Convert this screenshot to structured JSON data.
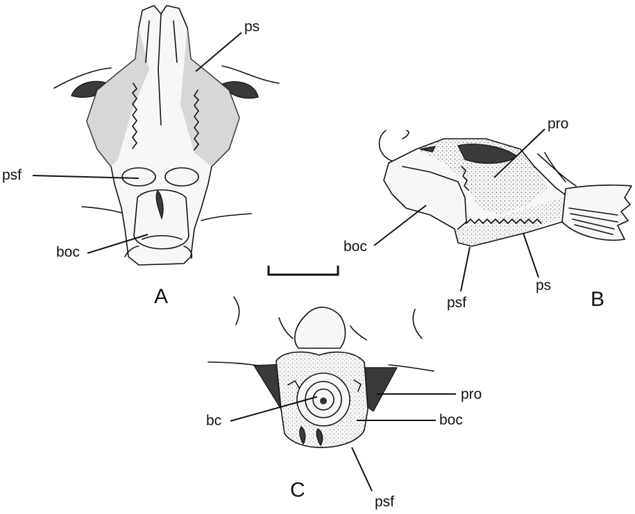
{
  "panels": {
    "a": {
      "letter": "A",
      "labels": {
        "ps": "ps",
        "psf": "psf",
        "boc": "boc"
      }
    },
    "b": {
      "letter": "B",
      "labels": {
        "pro": "pro",
        "boc": "boc",
        "psf": "psf",
        "ps": "ps"
      }
    },
    "c": {
      "letter": "C",
      "labels": {
        "pro": "pro",
        "bc": "bc",
        "boc": "boc",
        "psf": "psf"
      }
    }
  }
}
